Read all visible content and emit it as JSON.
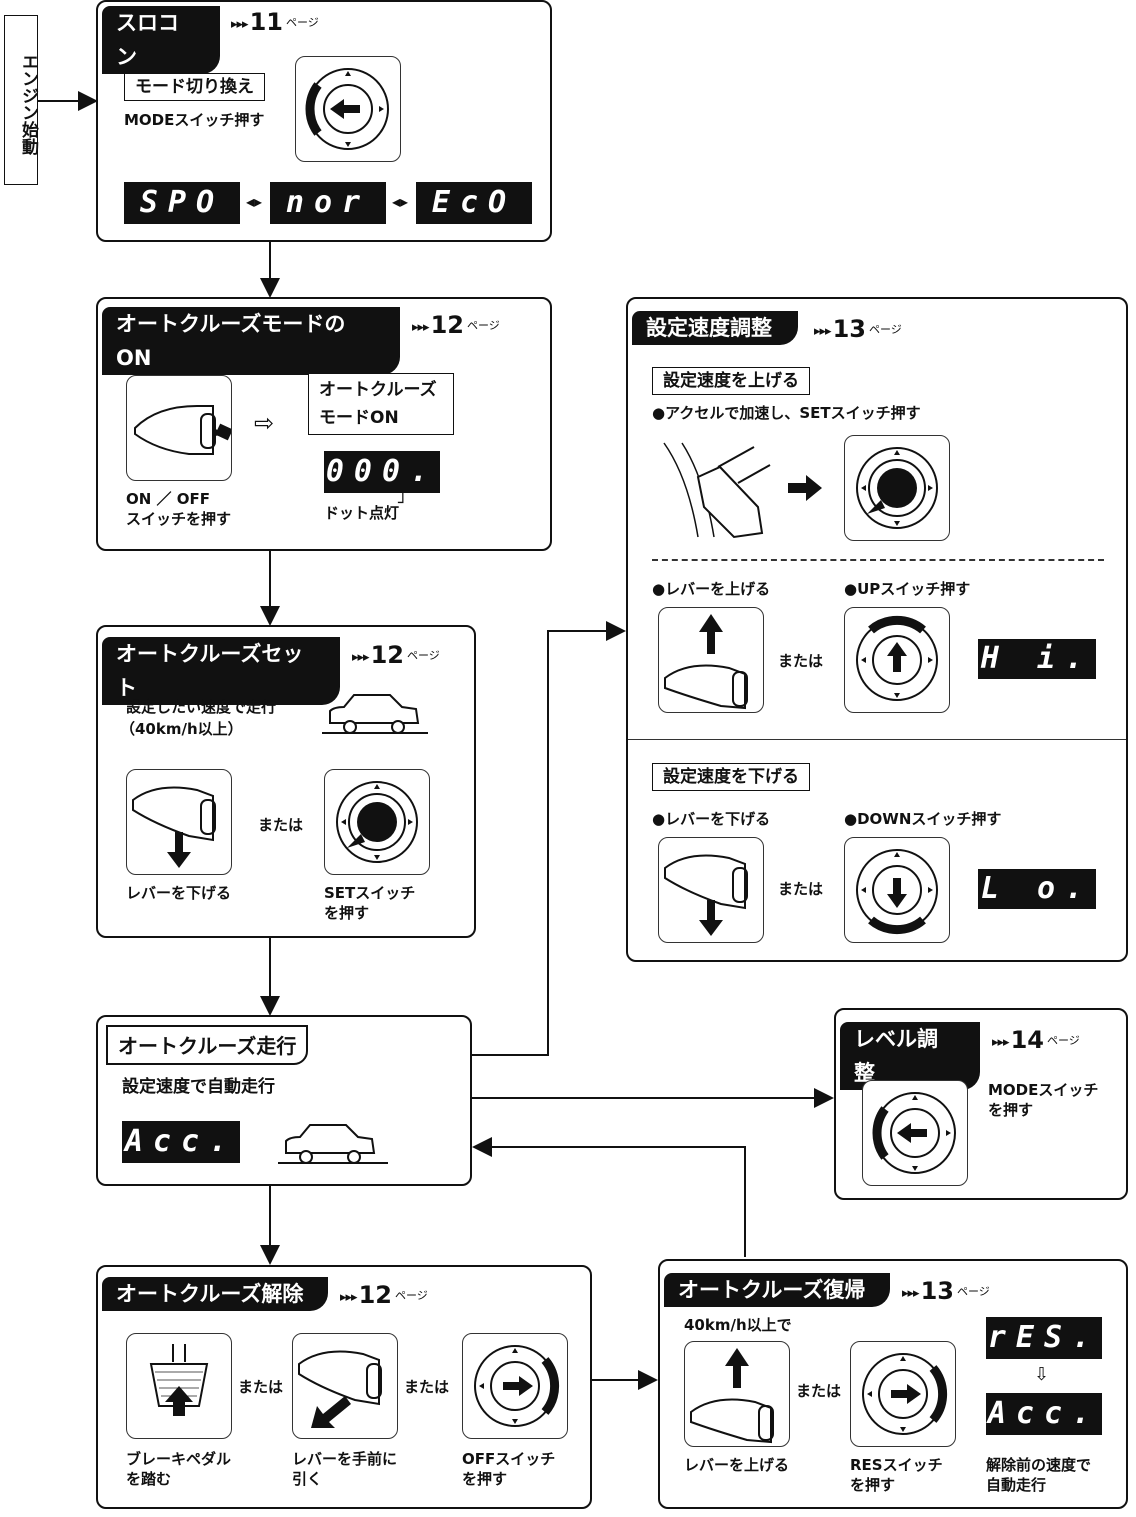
{
  "side_label": "エンジン始動",
  "surocon": {
    "title": "スロコン",
    "page_num": "11",
    "page_word": "ページ",
    "mode_label": "モード切り換え",
    "mode_desc": "MODEスイッチ押す",
    "lcd": [
      "SPO",
      "nor",
      "EcO"
    ]
  },
  "auto_on": {
    "title": "オートクルーズモードのON",
    "page_num": "12",
    "page_word": "ページ",
    "switch_desc_1": "ON ／ OFF",
    "switch_desc_2": "スイッチを押す",
    "mode_box_1": "オートクルーズ",
    "mode_box_2": "モードON",
    "lcd": "000.",
    "dot_label": "ドット点灯"
  },
  "auto_set": {
    "title": "オートクルーズセット",
    "page_num": "12",
    "page_word": "ページ",
    "desc_1": "設定したい速度で走行",
    "desc_2": "（40km/h以上）",
    "or": "または",
    "lever_desc": "レバーを下げる",
    "set_desc_1": "SETスイッチ",
    "set_desc_2": "を押す"
  },
  "cruise": {
    "title": "オートクルーズ走行",
    "desc": "設定速度で自動走行",
    "lcd": "Acc."
  },
  "release": {
    "title": "オートクルーズ解除",
    "page_num": "12",
    "page_word": "ページ",
    "or": "または",
    "brake_1": "ブレーキペダル",
    "brake_2": "を踏む",
    "lever_1": "レバーを手前に",
    "lever_2": "引く",
    "off_1": "OFFスイッチ",
    "off_2": "を押す"
  },
  "speed_adjust": {
    "title": "設定速度調整",
    "page_num": "13",
    "page_word": "ページ",
    "up_label": "設定速度を上げる",
    "up_accel": "●アクセルで加速し、SETスイッチ押す",
    "up_lever": "●レバーを上げる",
    "up_switch": "●UPスイッチ押す",
    "or": "または",
    "up_lcd": "H i.",
    "down_label": "設定速度を下げる",
    "down_lever": "●レバーを下げる",
    "down_switch": "●DOWNスイッチ押す",
    "down_lcd": "L o."
  },
  "level": {
    "title": "レベル調整",
    "page_num": "14",
    "page_word": "ページ",
    "desc_1": "MODEスイッチ",
    "desc_2": "を押す"
  },
  "resume": {
    "title": "オートクルーズ復帰",
    "page_num": "13",
    "page_word": "ページ",
    "cond": "40km/h以上で",
    "or": "または",
    "lever_desc": "レバーを上げる",
    "res_1": "RESスイッチ",
    "res_2": "を押す",
    "lcd_top": "rES.",
    "lcd_bottom": "Acc.",
    "result_1": "解除前の速度で",
    "result_2": "自動走行"
  }
}
